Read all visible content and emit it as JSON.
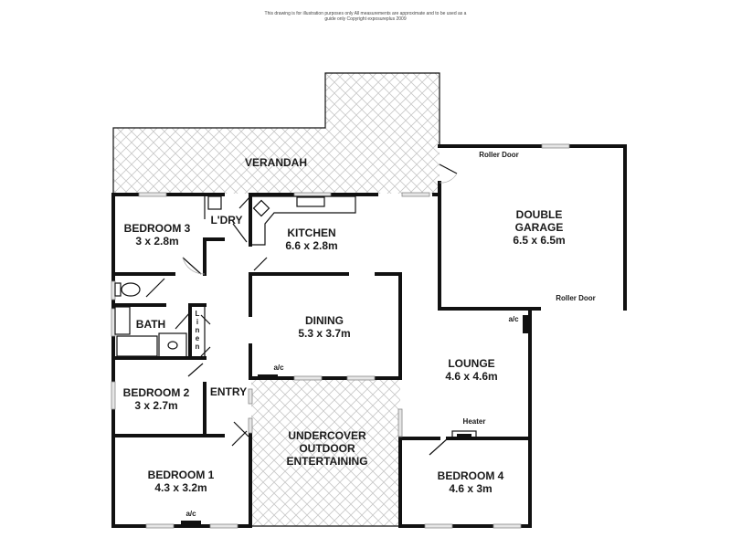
{
  "disclaimer": {
    "line1": "This drawing is for illustration purposes only All measurements are approximate and to be used as a",
    "line2": "guide only Copyright exposureplus 2009"
  },
  "rooms": {
    "verandah": {
      "name": "VERANDAH"
    },
    "bedroom3": {
      "name": "BEDROOM 3",
      "size": "3 x 2.8m"
    },
    "laundry": {
      "name": "L'DRY"
    },
    "kitchen": {
      "name": "KITCHEN",
      "size": "6.6 x 2.8m"
    },
    "garage": {
      "name1": "DOUBLE",
      "name2": "GARAGE",
      "size": "6.5 x 6.5m"
    },
    "bath": {
      "name": "BATH"
    },
    "linen": {
      "name": "Linen",
      "letters": [
        "L",
        "i",
        "n",
        "e",
        "n"
      ]
    },
    "dining": {
      "name": "DINING",
      "size": "5.3 x 3.7m"
    },
    "lounge": {
      "name": "LOUNGE",
      "size": "4.6 x 4.6m"
    },
    "bedroom2": {
      "name": "BEDROOM 2",
      "size": "3 x 2.7m"
    },
    "entry": {
      "name": "ENTRY"
    },
    "outdoor": {
      "line1": "UNDERCOVER",
      "line2": "OUTDOOR",
      "line3": "ENTERTAINING"
    },
    "bedroom1": {
      "name": "BEDROOM 1",
      "size": "4.3 x 3.2m"
    },
    "bedroom4": {
      "name": "BEDROOM 4",
      "size": "4.6 x 3m"
    }
  },
  "fixtures": {
    "roller_door_top": "Roller Door",
    "roller_door_bottom": "Roller Door",
    "heater": "Heater",
    "ac_dining": "a/c",
    "ac_lounge": "a/c",
    "ac_bedroom1": "a/c"
  },
  "colors": {
    "wall": "#111111",
    "hatch": "#c8c8c8",
    "window": "#e6e6e6",
    "background": "#ffffff"
  }
}
